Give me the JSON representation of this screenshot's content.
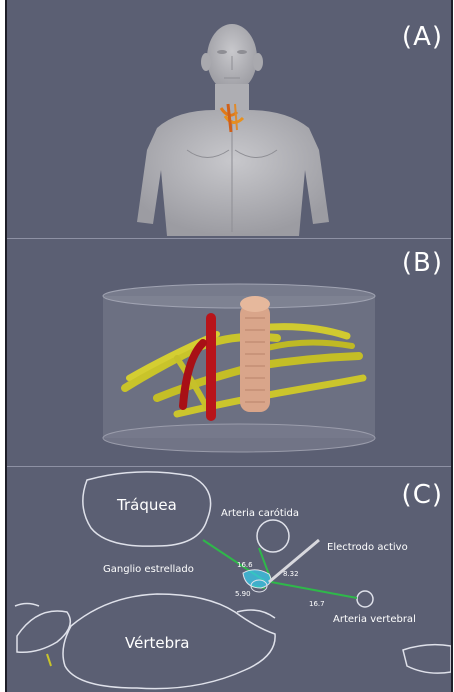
{
  "panels": {
    "a": {
      "letter": "(A)"
    },
    "b": {
      "letter": "(B)"
    },
    "c": {
      "letter": "(C)"
    }
  },
  "labels": {
    "traquea": "Tráquea",
    "arteria_carotida": "Arteria carótida",
    "electrodo_activo": "Electrodo activo",
    "ganglio_estrellado": "Ganglio estrellado",
    "vertebra": "Vértebra",
    "arteria_vertebral": "Arteria vertebral"
  },
  "measurements": {
    "m1": "16.6",
    "m2": "8.32",
    "m3": "5.90",
    "m4": "16.7"
  },
  "colors": {
    "background": "#5b5f73",
    "body_mesh": "#b4b4b8",
    "nerve": "#c9c42a",
    "artery": "#b8141a",
    "trachea": "#d9a58a",
    "distance_line": "#2fb84a",
    "outline": "#dfe1ea",
    "ganglion": "#38c8e8"
  }
}
